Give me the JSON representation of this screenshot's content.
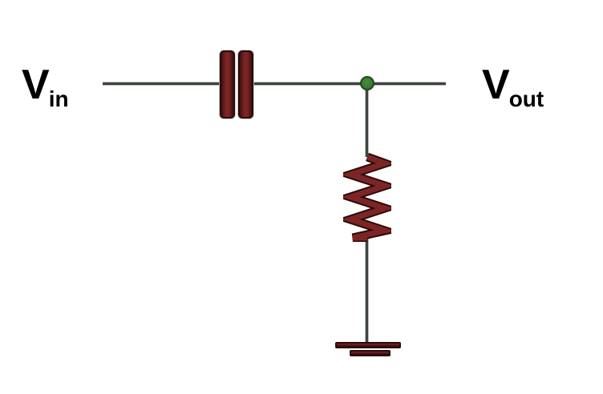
{
  "diagram": {
    "labels": {
      "input": {
        "base": "V",
        "subscript": "in"
      },
      "output": {
        "base": "V",
        "subscript": "out"
      }
    },
    "components": {
      "capacitor": "capacitor-two-plates",
      "junction": "junction-node-dot",
      "resistor": "resistor-zigzag",
      "ground": "ground-symbol"
    },
    "colors": {
      "background": "#ffffff",
      "wire": "#3d453d",
      "component-fill": "#7d2525",
      "component-edge": "#2a0a0a",
      "node-fill": "#3a7a33",
      "node-edge": "#1e4a1a",
      "text": "#000000"
    }
  }
}
